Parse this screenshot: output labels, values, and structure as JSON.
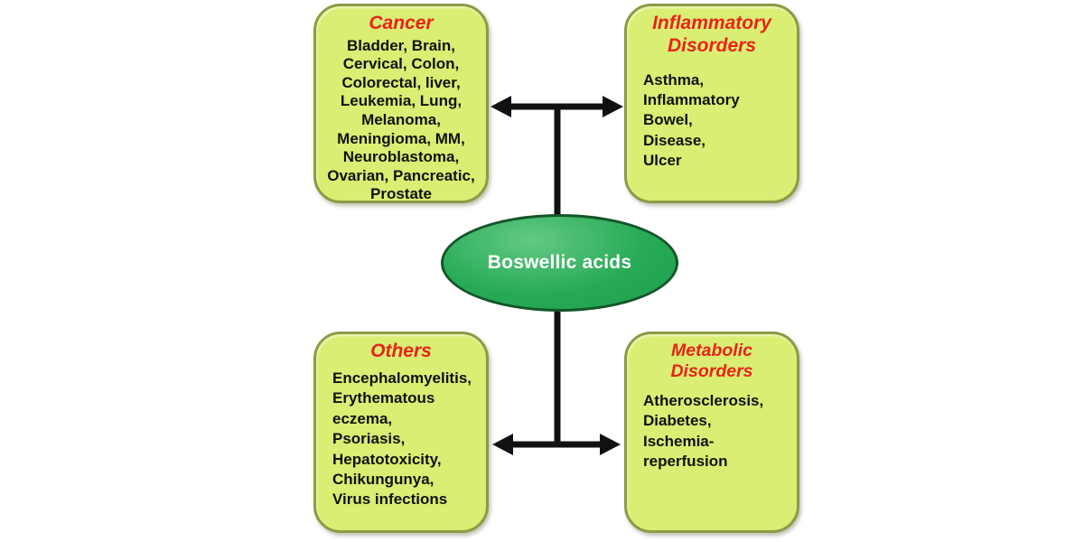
{
  "figure": {
    "type": "concept-diagram",
    "description_visible_only": "central ellipse linked by double-headed arrows to four rounded boxes"
  },
  "center": {
    "label": "Boswellic acids"
  },
  "boxes": {
    "cancer": {
      "title": "Cancer",
      "body": "Bladder, Brain,\nCervical, Colon,\nColorectal, liver,\nLeukemia, Lung,\nMelanoma,\nMeningioma, MM,\nNeuroblastoma,\nOvarian, Pancreatic,\nProstate"
    },
    "inflammatory": {
      "title": "Inflammatory\nDisorders",
      "body": "Asthma,\nInflammatory Bowel,\nDisease,\nUlcer"
    },
    "others": {
      "title": "Others",
      "body": "Encephalomyelitis,\nErythematous\neczema,\nPsoriasis,\nHepatotoxicity,\nChikungunya,\nVirus infections"
    },
    "metabolic": {
      "title": "Metabolic Disorders",
      "body": "Atherosclerosis,\nDiabetes,\nIschemia-reperfusion"
    }
  },
  "colors": {
    "bg": "#ffffff",
    "box_fill": "#d9ee72",
    "box_border": "#8a9c45",
    "title_color": "#e8231c",
    "text_color": "#111111",
    "arrow_color": "#111111",
    "ellipse_fill": "#27ab56",
    "ellipse_border": "#15552a",
    "ellipse_text": "#ffffff"
  }
}
